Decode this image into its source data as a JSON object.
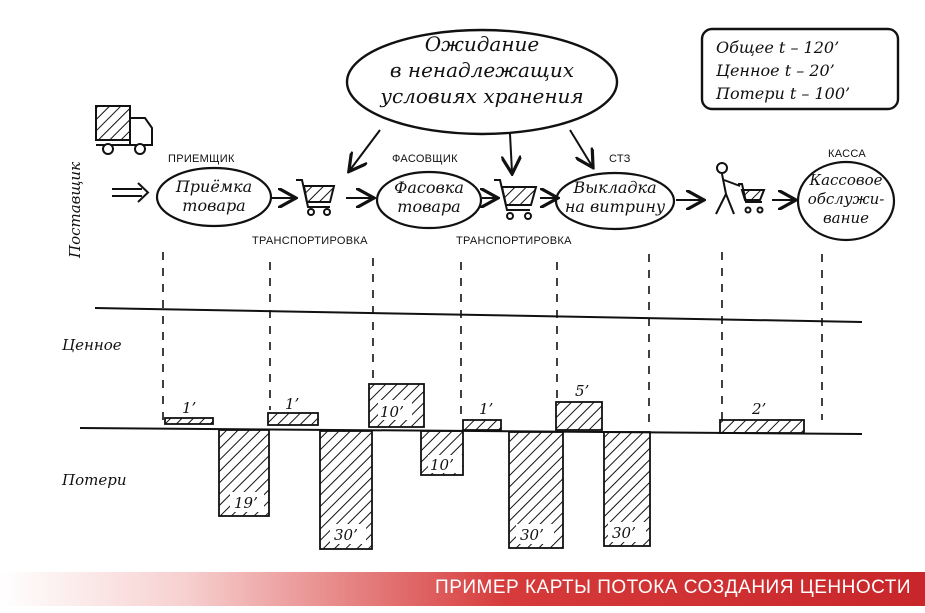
{
  "axis_labels": {
    "supplier": "Поставщик",
    "value": "Ценное",
    "waste": "Потери"
  },
  "cloud": {
    "lines": [
      "Ожидание",
      "в ненадлежащих",
      "условиях хранения"
    ]
  },
  "summary": {
    "lines": [
      "Общее t – 120’",
      "Ценное t – 20’",
      "Потери t – 100’"
    ]
  },
  "process": [
    {
      "role": "ПРИЕМЩИК",
      "lines": [
        "Приёмка",
        "товара"
      ]
    },
    {
      "role": "ФАСОВЩИК",
      "lines": [
        "Фасовка",
        "товара"
      ]
    },
    {
      "role": "СТЗ",
      "lines": [
        "Выкладка",
        "на витрину"
      ]
    },
    {
      "role": "КАССА",
      "lines": [
        "Кассовое",
        "обслужи-",
        "вание"
      ]
    }
  ],
  "transport": [
    "ТРАНСПОРТИРОВКА",
    "ТРАНСПОРТИРОВКА"
  ],
  "value_blocks": [
    "1’",
    "1’",
    "10’",
    "1’",
    "5’",
    "2’"
  ],
  "waste_blocks": [
    "19’",
    "30’",
    "10’",
    "30’",
    "30’"
  ],
  "banner": {
    "title": "ПРИМЕР КАРТЫ ПОТОКА СОЗДАНИЯ ЦЕННОСТИ",
    "color": "#c8262a"
  },
  "icons": [
    "truck-icon",
    "cart-icon",
    "cart-icon",
    "shopper-with-cart-icon"
  ]
}
